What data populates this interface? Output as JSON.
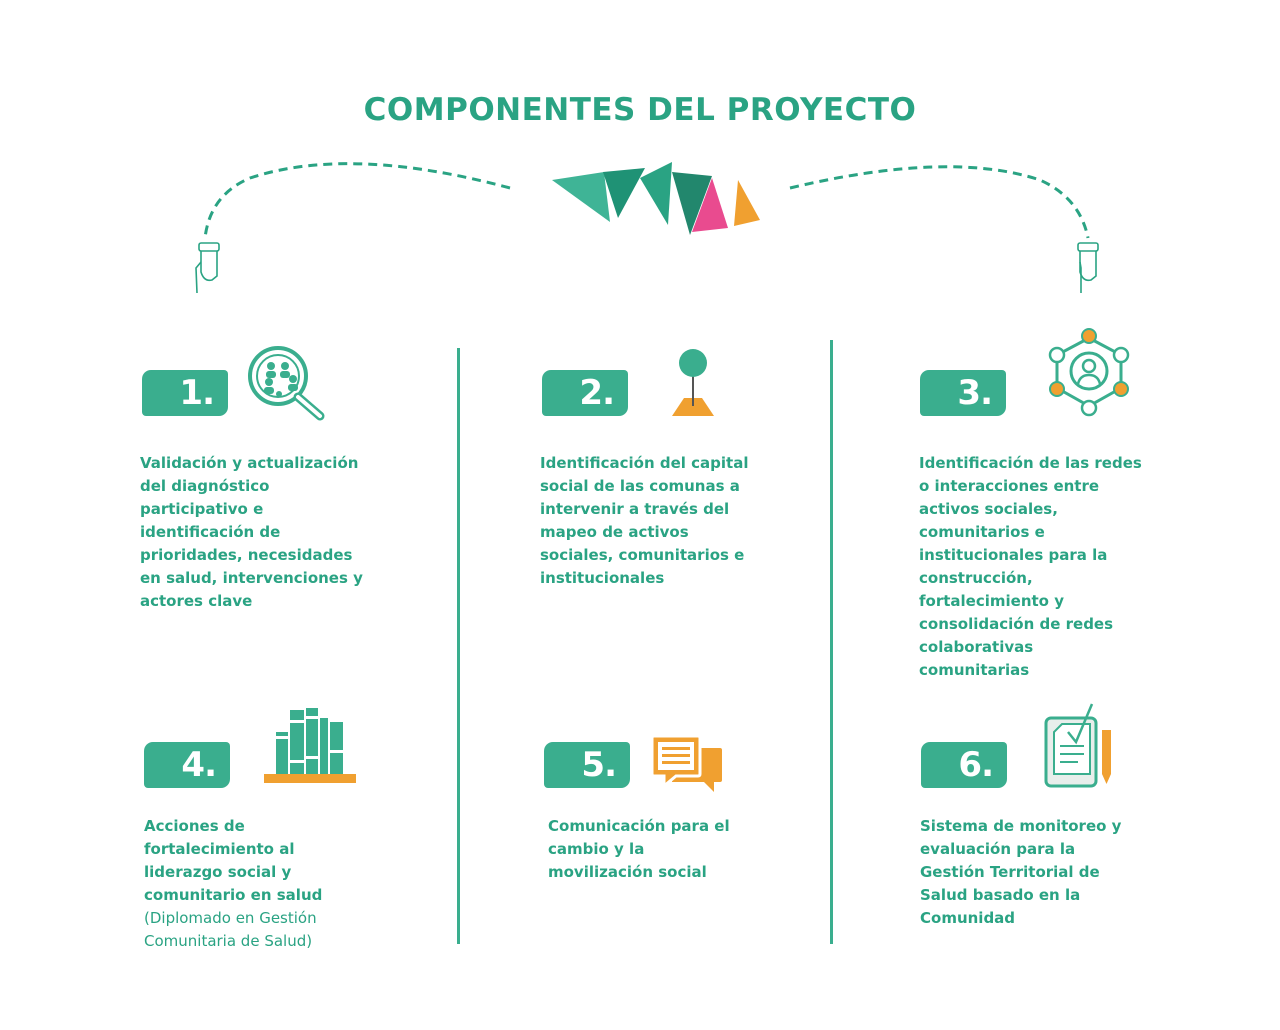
{
  "title": "COMPONENTES DEL PROYECTO",
  "colors": {
    "teal": "#3aae8e",
    "text": "#2aa383",
    "orange": "#f0a030",
    "pink": "#e94b8f"
  },
  "components": [
    {
      "number": "1.",
      "icon": "magnifier-people-icon",
      "text": "Validación y actualización del diagnóstico participativo e identificación de prioridades, necesidades en salud, intervenciones y actores clave"
    },
    {
      "number": "2.",
      "icon": "map-pin-icon",
      "text": "Identificación del capital social de las comunas a intervenir a través del mapeo de activos sociales, comunitarios e institucionales"
    },
    {
      "number": "3.",
      "icon": "network-person-icon",
      "text": "Identificación de las redes o interacciones entre activos sociales, comunitarios e institucionales para la construcción, fortalecimiento y consolidación de redes colaborativas comunitarias"
    },
    {
      "number": "4.",
      "icon": "books-icon",
      "text": "Acciones de fortalecimiento al liderazgo social y comunitario en salud",
      "note": "(Diplomado en Gestión Comunitaria de Salud)"
    },
    {
      "number": "5.",
      "icon": "chat-bubbles-icon",
      "text": "Comunicación para el cambio y la movilización social"
    },
    {
      "number": "6.",
      "icon": "document-pencil-icon",
      "text": "Sistema de monitoreo y evaluación para la Gestión Territorial de Salud basado en la Comunidad"
    }
  ]
}
